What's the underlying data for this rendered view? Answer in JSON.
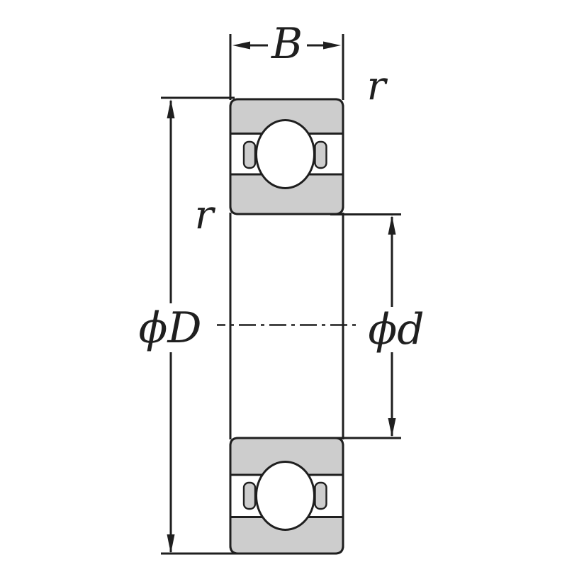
{
  "diagram": {
    "kind": "ball-bearing-cross-section",
    "labels": {
      "width": "B",
      "outer_diameter": "ϕD",
      "bore_diameter": "ϕd",
      "radius_top": "r",
      "radius_side": "r"
    },
    "colors": {
      "line": "#1f1f1f",
      "ring_fill": "#cdcdcd",
      "background": "#ffffff"
    }
  }
}
